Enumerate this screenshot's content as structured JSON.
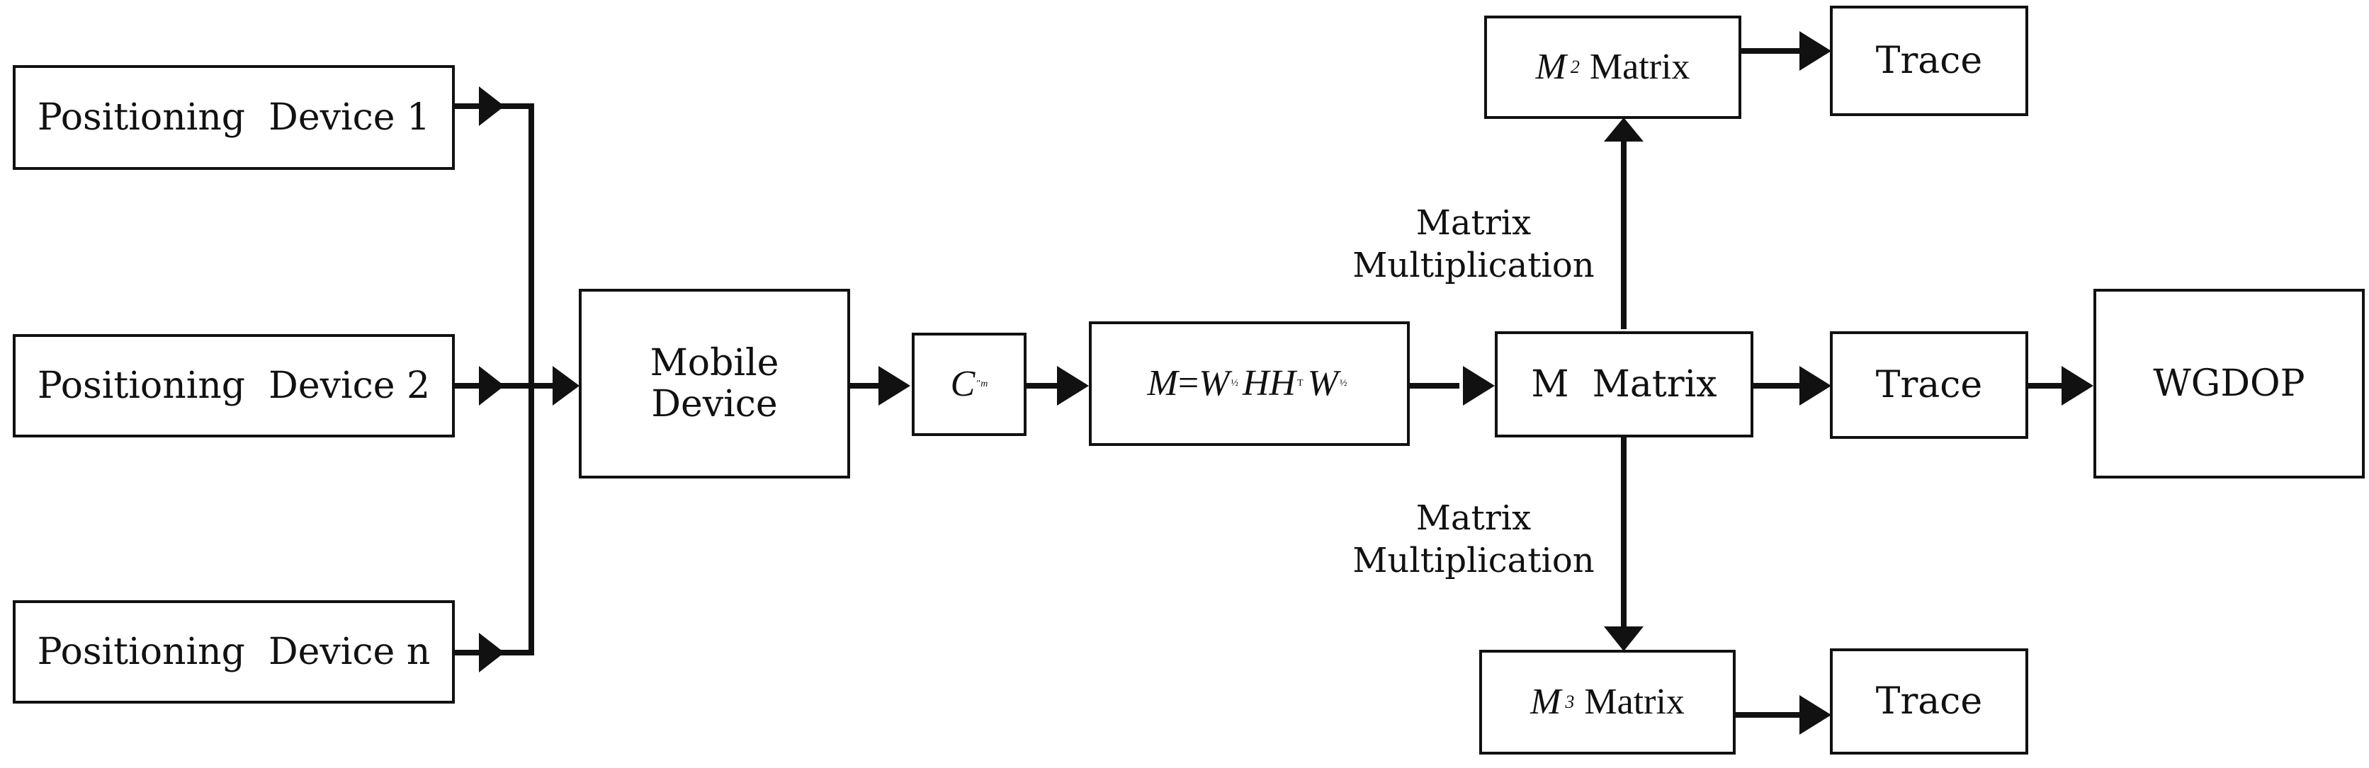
{
  "inputs": [
    {
      "label": "Positioning  Device 1"
    },
    {
      "label": "Positioning  Device 2"
    },
    {
      "label": "Positioning  Device n"
    }
  ],
  "mobile": {
    "line1": "Mobile",
    "line2": "Device"
  },
  "cm": {
    "symbol": "C",
    "sup": "″",
    "sub": "m"
  },
  "formula": {
    "m": "M",
    "eq": "=",
    "w": "W",
    "wexp": "½",
    "hh": "HH",
    "t": "T",
    "w2": "W",
    "w2exp": "½"
  },
  "m_matrix": {
    "label": "M  Matrix"
  },
  "m2": {
    "symbol": "M",
    "exp": "2",
    "word": "Matrix"
  },
  "m3": {
    "symbol": "M",
    "exp": "3",
    "word": "Matrix"
  },
  "trace_top": {
    "label": "Trace"
  },
  "trace_mid": {
    "label": "Trace"
  },
  "trace_bottom": {
    "label": "Trace"
  },
  "wgdop": {
    "label": "WGDOP"
  },
  "mult_top": {
    "line1": "Matrix",
    "line2": "Multiplication"
  },
  "mult_bottom": {
    "line1": "Matrix",
    "line2": "Multiplication"
  }
}
